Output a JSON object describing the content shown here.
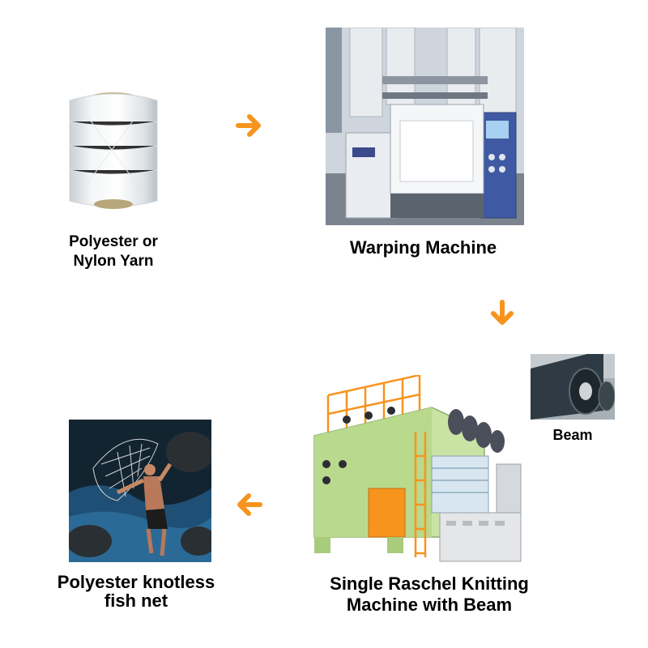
{
  "steps": {
    "yarn": {
      "label_line1": "Polyester or",
      "label_line2": "Nylon Yarn"
    },
    "warping": {
      "label": "Warping Machine"
    },
    "beam": {
      "label": "Beam"
    },
    "raschel": {
      "label_line1": "Single Raschel Knitting",
      "label_line2": "Machine with Beam"
    },
    "net": {
      "label_line1": "Polyester knotless",
      "label_line2": "fish net"
    }
  },
  "colors": {
    "arrow": "#f7941d"
  },
  "arrows": [
    {
      "name": "arrow-right-icon",
      "direction": "right"
    },
    {
      "name": "arrow-down-icon",
      "direction": "down"
    },
    {
      "name": "arrow-left-icon",
      "direction": "left"
    }
  ]
}
